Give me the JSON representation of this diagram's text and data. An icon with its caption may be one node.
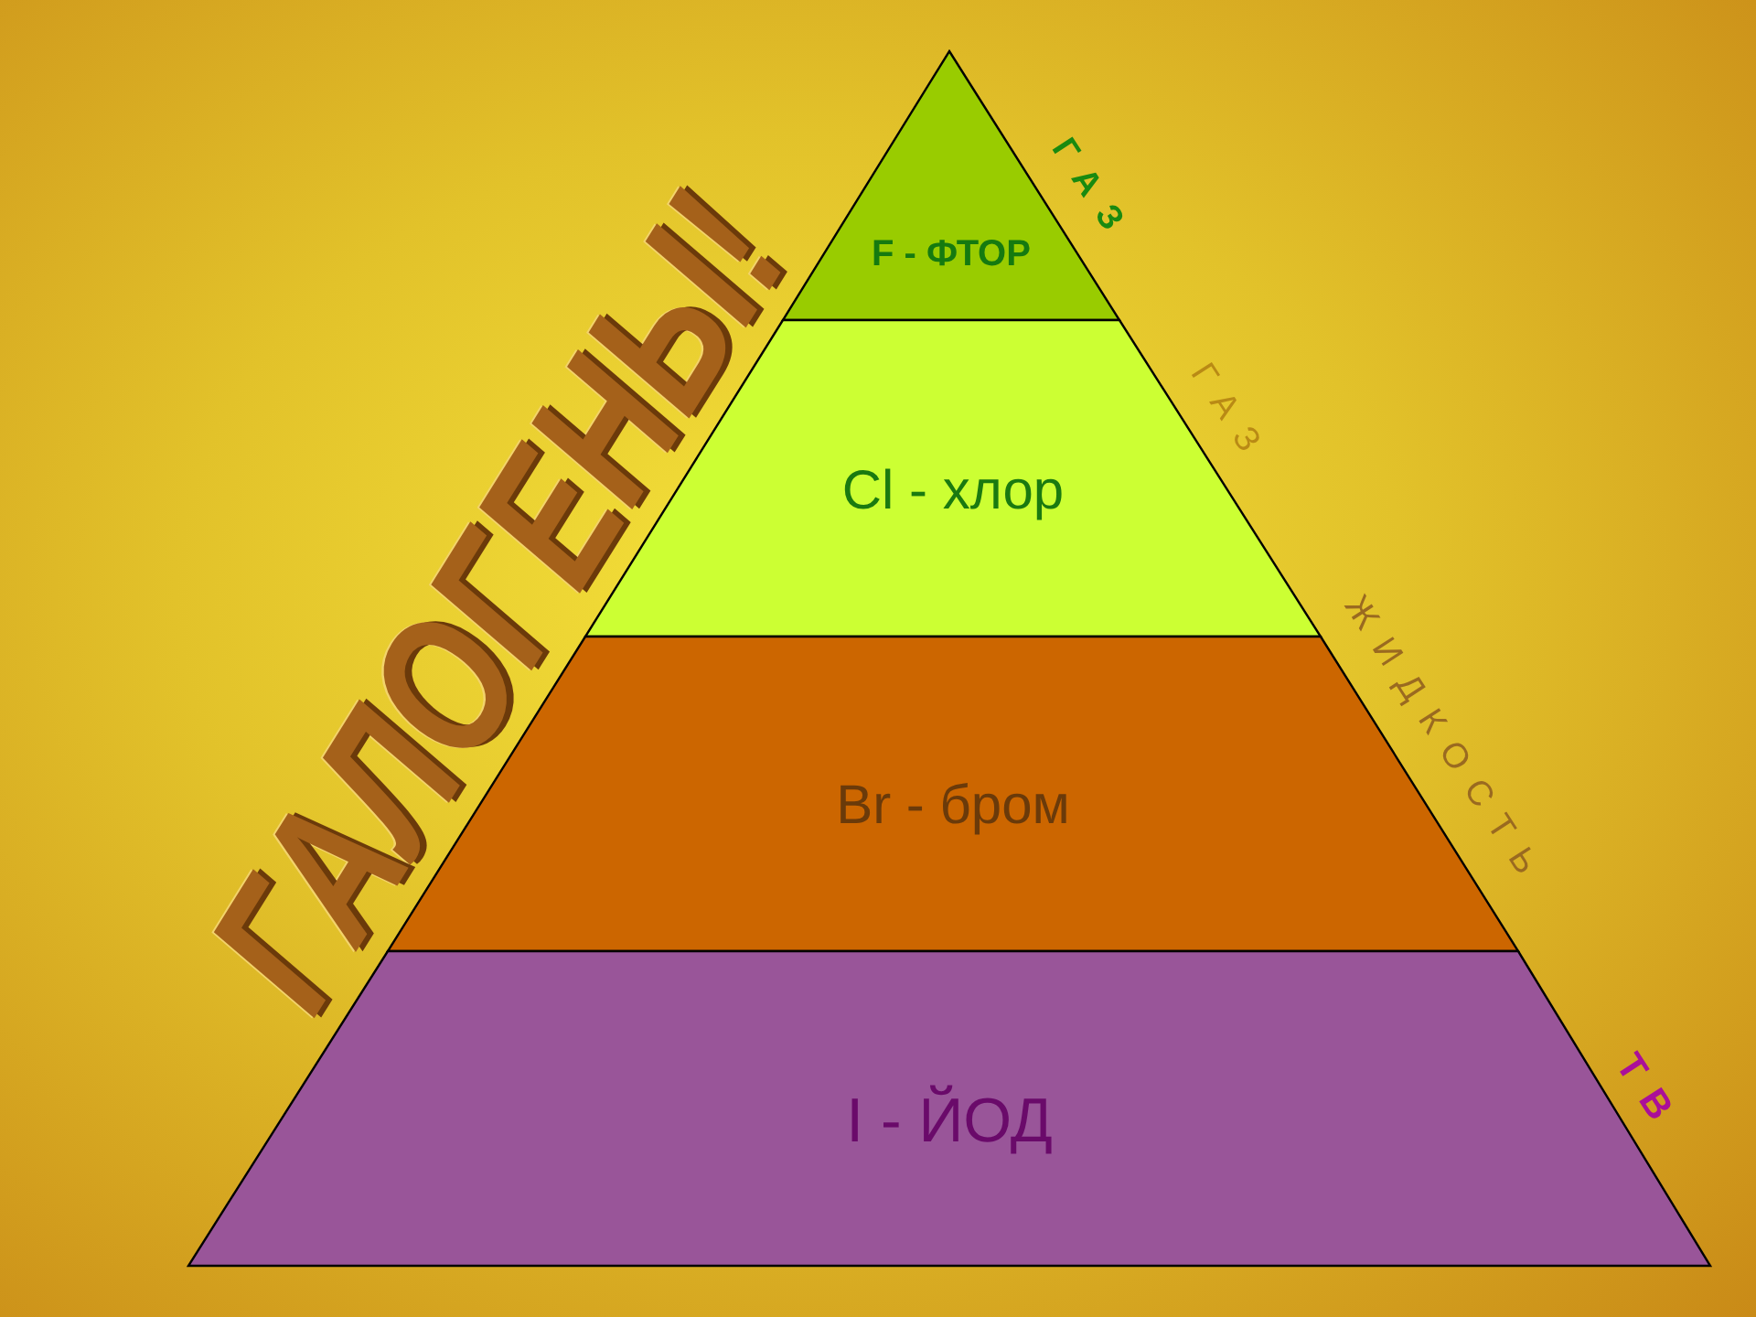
{
  "diagram": {
    "title": "ГАЛОГЕНЫ!",
    "nodes": [
      {
        "text": [
          "F - ФТОР"
        ],
        "beside": [
          "ГАЗ"
        ]
      },
      {
        "text": [
          "Cl - хлор"
        ],
        "beside": [
          "ГАЗ"
        ]
      },
      {
        "text": [
          "Br - бром"
        ],
        "beside": [
          "ЖИДКОСТЬ"
        ]
      },
      {
        "text": [
          "I - ЙОД"
        ],
        "beside": [
          "ТВ"
        ]
      }
    ]
  }
}
